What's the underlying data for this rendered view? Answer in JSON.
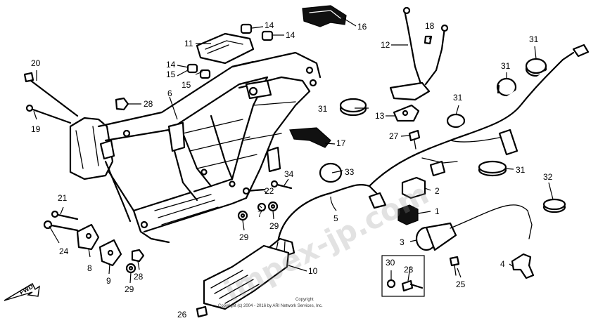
{
  "direction_label": "FWD",
  "watermark": "impex-jp.com",
  "copyright_lines": [
    "Copyright",
    "Copyright (c) 2004 - 2016 by ARI Network Services, Inc."
  ],
  "callouts": [
    {
      "id": "c1",
      "label": "1"
    },
    {
      "id": "c2",
      "label": "2"
    },
    {
      "id": "c3",
      "label": "3"
    },
    {
      "id": "c4",
      "label": "4"
    },
    {
      "id": "c5",
      "label": "5"
    },
    {
      "id": "c6",
      "label": "6"
    },
    {
      "id": "c7",
      "label": "7"
    },
    {
      "id": "c8",
      "label": "8"
    },
    {
      "id": "c9",
      "label": "9"
    },
    {
      "id": "c10",
      "label": "10"
    },
    {
      "id": "c11",
      "label": "11"
    },
    {
      "id": "c12",
      "label": "12"
    },
    {
      "id": "c13",
      "label": "13"
    },
    {
      "id": "c14a",
      "label": "14"
    },
    {
      "id": "c14b",
      "label": "14"
    },
    {
      "id": "c14c",
      "label": "14"
    },
    {
      "id": "c14d",
      "label": "14"
    },
    {
      "id": "c15a",
      "label": "15"
    },
    {
      "id": "c15b",
      "label": "15"
    },
    {
      "id": "c16",
      "label": "16"
    },
    {
      "id": "c17",
      "label": "17"
    },
    {
      "id": "c18",
      "label": "18"
    },
    {
      "id": "c19",
      "label": "19"
    },
    {
      "id": "c20",
      "label": "20"
    },
    {
      "id": "c21",
      "label": "21"
    },
    {
      "id": "c22",
      "label": "22"
    },
    {
      "id": "c23",
      "label": "23"
    },
    {
      "id": "c24",
      "label": "24"
    },
    {
      "id": "c25",
      "label": "25"
    },
    {
      "id": "c26",
      "label": "26"
    },
    {
      "id": "c27",
      "label": "27"
    },
    {
      "id": "c28a",
      "label": "28"
    },
    {
      "id": "c28b",
      "label": "28"
    },
    {
      "id": "c29a",
      "label": "29"
    },
    {
      "id": "c29b",
      "label": "29"
    },
    {
      "id": "c29c",
      "label": "29"
    },
    {
      "id": "c30",
      "label": "30"
    },
    {
      "id": "c31a",
      "label": "31"
    },
    {
      "id": "c31b",
      "label": "31"
    },
    {
      "id": "c31c",
      "label": "31"
    },
    {
      "id": "c31d",
      "label": "31"
    },
    {
      "id": "c31e",
      "label": "31"
    },
    {
      "id": "c32",
      "label": "32"
    },
    {
      "id": "c33",
      "label": "33"
    },
    {
      "id": "c34",
      "label": "34"
    }
  ]
}
